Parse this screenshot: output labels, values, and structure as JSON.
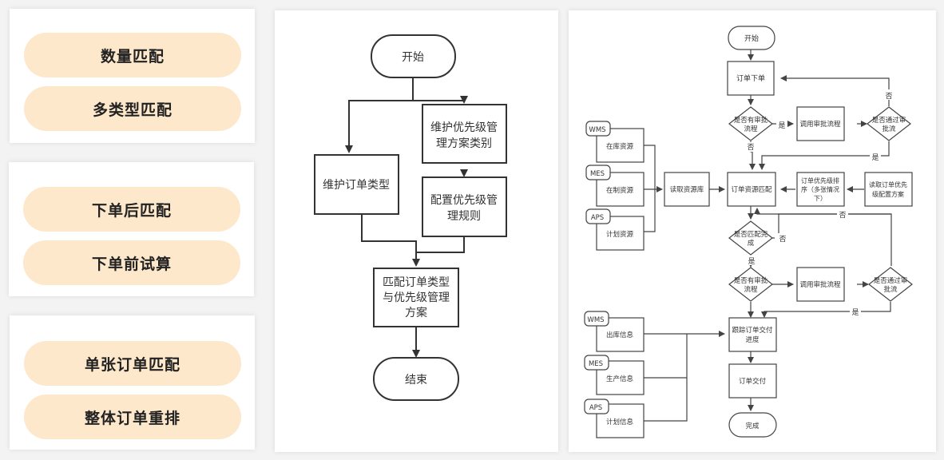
{
  "left_cards": [
    {
      "items": [
        "数量匹配",
        "多类型匹配"
      ]
    },
    {
      "items": [
        "下单后匹配",
        "下单前试算"
      ]
    },
    {
      "items": [
        "单张订单匹配",
        "整体订单重排"
      ]
    }
  ],
  "colors": {
    "pill_fill": "#fde8cb",
    "pill_text": "#222222",
    "line": "#333333",
    "background": "#f3f3f3",
    "panel": "#ffffff"
  },
  "simple_flow": {
    "start": "开始",
    "maintain_order_type": "维护订单类型",
    "maintain_priority_category": [
      "维护优先级管",
      "理方案类别"
    ],
    "configure_priority_rules": [
      "配置优先级管",
      "理规则"
    ],
    "match": [
      "匹配订单类型",
      "与优先级管理",
      "方案"
    ],
    "end": "结束"
  },
  "detail_flow": {
    "start": "开始",
    "place_order": "订单下单",
    "has_approval_1": [
      "是否有审批",
      "流程"
    ],
    "call_approval_1": "调用审批流程",
    "passed_approval_1": [
      "是否通过审",
      "批流"
    ],
    "resource_sources": [
      {
        "system": "WMS",
        "label": "在库资源"
      },
      {
        "system": "MES",
        "label": "在制资源"
      },
      {
        "system": "APS",
        "label": "计划资源"
      }
    ],
    "read_resource_db": "读取资源库",
    "order_resource_match": "订单资源匹配",
    "order_priority_sort": [
      "订单优先级排",
      "序（多张情况",
      "下）"
    ],
    "read_priority_config": [
      "读取订单优先",
      "级配置方案"
    ],
    "match_done": [
      "是否匹配完",
      "成"
    ],
    "has_approval_2": [
      "是否有审批",
      "流程"
    ],
    "call_approval_2": "调用审批流程",
    "passed_approval_2": [
      "是否通过审",
      "批流"
    ],
    "info_sources": [
      {
        "system": "WMS",
        "label": "出库信息"
      },
      {
        "system": "MES",
        "label": "生产信息"
      },
      {
        "system": "APS",
        "label": "计划信息"
      }
    ],
    "track_delivery": [
      "跟踪订单交付",
      "进度"
    ],
    "deliver": "订单交付",
    "complete": "完成",
    "yes": "是",
    "no": "否"
  }
}
